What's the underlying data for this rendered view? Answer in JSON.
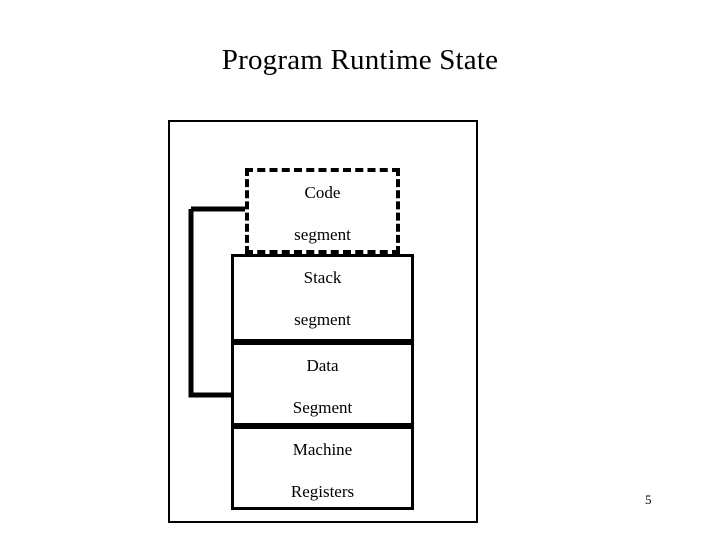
{
  "slide": {
    "title": "Program Runtime State",
    "page_number": "5"
  },
  "diagram": {
    "boxes": [
      {
        "name": "code-segment",
        "line1": "Code",
        "line2": "segment",
        "style": "dashed"
      },
      {
        "name": "stack-segment",
        "line1": "Stack",
        "line2": "segment",
        "style": "solid"
      },
      {
        "name": "data-segment",
        "line1": "Data",
        "line2": "Segment",
        "style": "solid"
      },
      {
        "name": "machine-registers",
        "line1": "Machine",
        "line2": "Registers",
        "style": "solid"
      }
    ],
    "connector": {
      "name": "code-to-data-arrow",
      "from": "code-segment",
      "to": "data-segment",
      "arrow": "right"
    }
  },
  "colors": {
    "stroke": "#000000",
    "background": "#ffffff",
    "text": "#000000"
  }
}
